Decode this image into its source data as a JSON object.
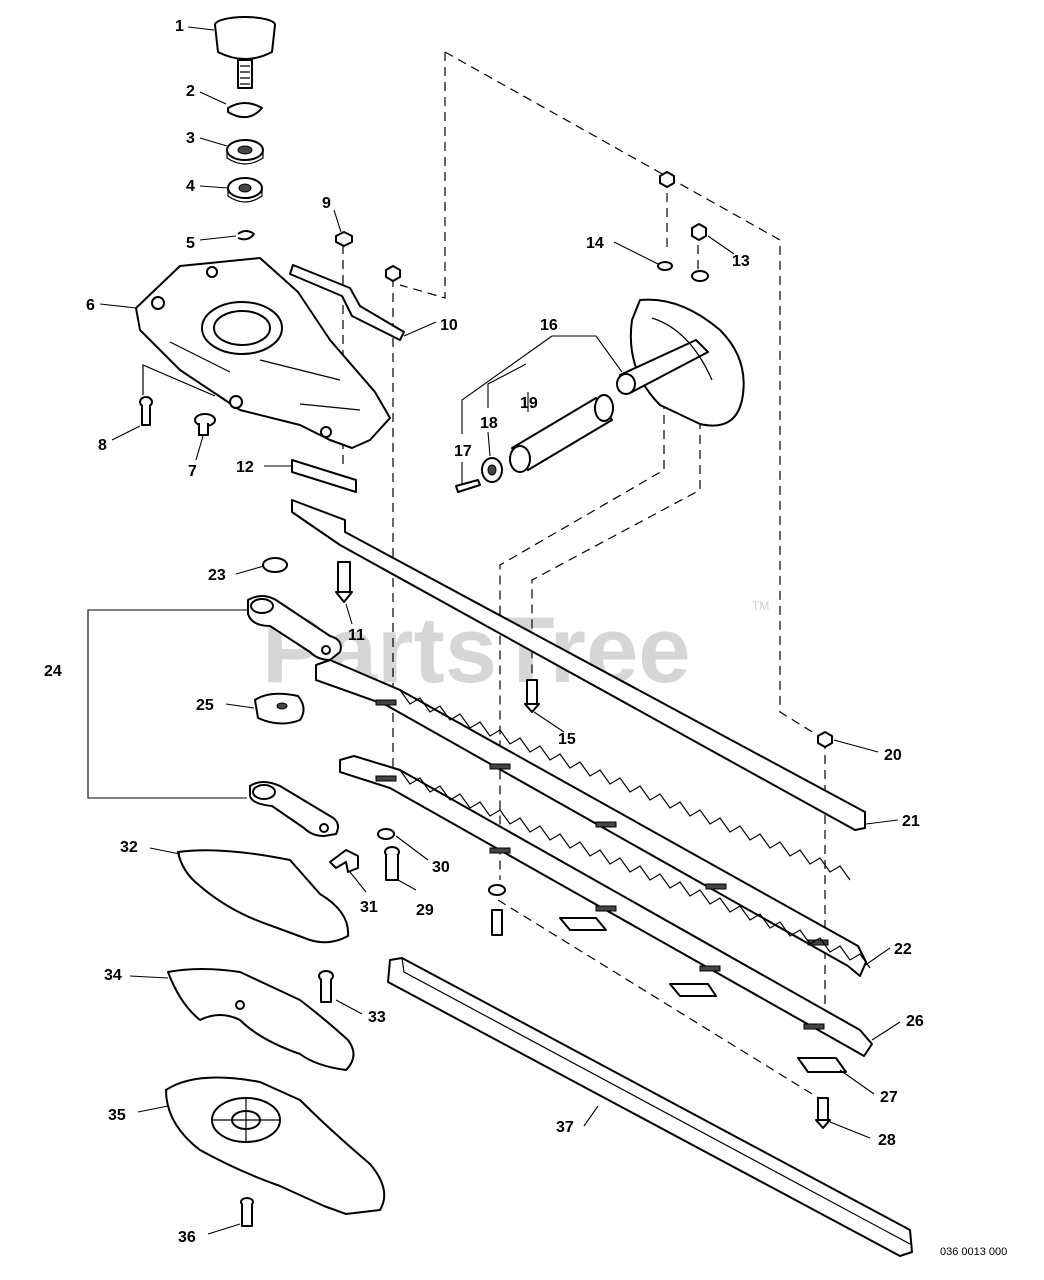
{
  "watermark": {
    "text": "PartsTree",
    "trademark": "TM"
  },
  "document_id": "036 0013 000",
  "callouts": [
    "1",
    "2",
    "3",
    "4",
    "5",
    "6",
    "7",
    "8",
    "9",
    "10",
    "11",
    "12",
    "13",
    "14",
    "15",
    "16",
    "17",
    "18",
    "19",
    "20",
    "21",
    "22",
    "23",
    "24",
    "25",
    "26",
    "27",
    "28",
    "29",
    "30",
    "31",
    "32",
    "33",
    "34",
    "35",
    "36",
    "37"
  ]
}
